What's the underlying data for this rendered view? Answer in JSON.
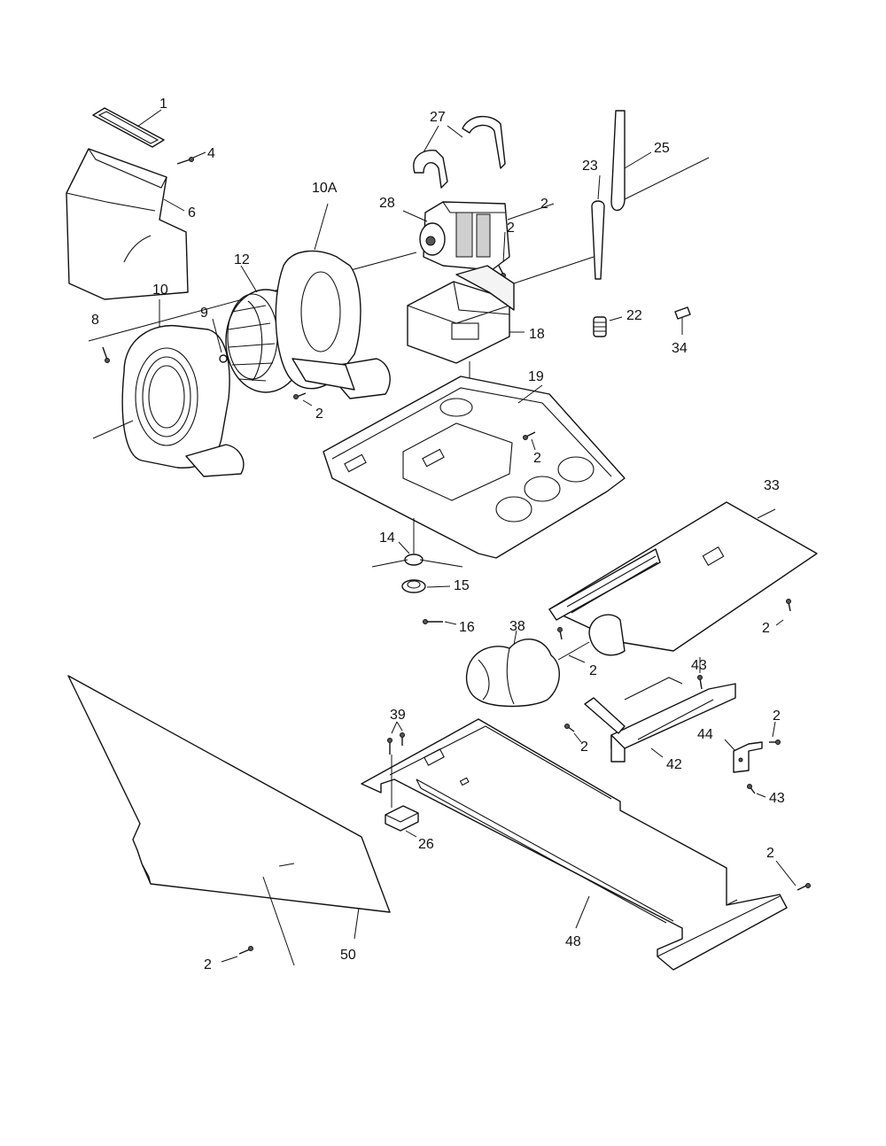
{
  "callouts": {
    "c1": "1",
    "c4": "4",
    "c6": "6",
    "c8": "8",
    "c9": "9",
    "c10": "10",
    "c10a": "10A",
    "c12": "12",
    "c2_fan": "2",
    "c27": "27",
    "c28": "28",
    "c2_motor_top": "2",
    "c2_motor_mid": "2",
    "c23": "23",
    "c25": "25",
    "c18": "18",
    "c22": "22",
    "c34": "34",
    "c19": "19",
    "c2_base": "2",
    "c14": "14",
    "c15": "15",
    "c16": "16",
    "c33": "33",
    "c2_duct_right": "2",
    "c38": "38",
    "c2_duct_mid": "2",
    "c43_top": "43",
    "c39": "39",
    "c2_bracket42": "2",
    "c42": "42",
    "c2_bracket44": "2",
    "c44": "44",
    "c43_bottom": "43",
    "c26": "26",
    "c2_rail": "2",
    "c48": "48",
    "c50": "50",
    "c2_panel": "2"
  }
}
